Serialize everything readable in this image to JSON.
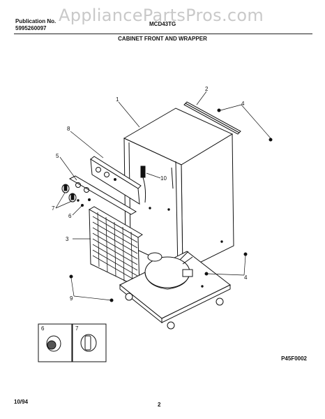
{
  "watermark": "AppliancePartsPros.com",
  "header": {
    "publication_label": "Publication No.",
    "publication_number": "5995260097",
    "model": "MCD43TG"
  },
  "section_title": "CABINET FRONT AND WRAPPER",
  "callouts": [
    "1",
    "2",
    "4",
    "8",
    "5",
    "10",
    "7",
    "6",
    "3",
    "4",
    "9",
    "6",
    "7"
  ],
  "diagram_code": "P45F0002",
  "footer": {
    "date": "10/94",
    "page": "2"
  }
}
